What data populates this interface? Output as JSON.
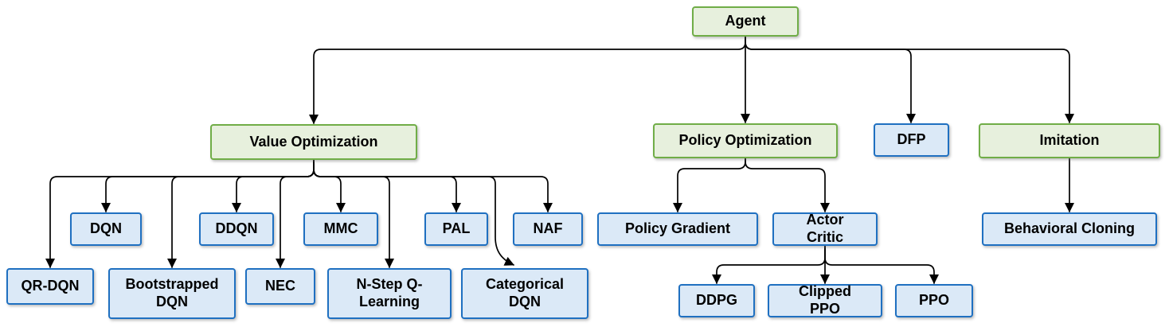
{
  "diagram": {
    "title": "Reinforcement learning agent type hierarchy",
    "colors": {
      "background": "#ffffff",
      "green_fill": "#e7f0dd",
      "green_border": "#70ad47",
      "blue_fill": "#dbe9f7",
      "blue_border": "#1f70c1",
      "line_color": "#000000",
      "text_color": "#000000"
    },
    "nodes": {
      "agent": {
        "label": "Agent",
        "type": "green"
      },
      "value_optimization": {
        "label": "Value Optimization",
        "type": "green"
      },
      "policy_optimization": {
        "label": "Policy Optimization",
        "type": "green"
      },
      "dfp": {
        "label": "DFP",
        "type": "blue"
      },
      "imitation": {
        "label": "Imitation",
        "type": "green"
      },
      "dqn": {
        "label": "DQN",
        "type": "blue"
      },
      "ddqn": {
        "label": "DDQN",
        "type": "blue"
      },
      "mmc": {
        "label": "MMC",
        "type": "blue"
      },
      "pal": {
        "label": "PAL",
        "type": "blue"
      },
      "naf": {
        "label": "NAF",
        "type": "blue"
      },
      "qr_dqn": {
        "label": "QR-DQN",
        "type": "blue"
      },
      "bootstrapped_dqn": {
        "label": "Bootstrapped DQN",
        "type": "blue"
      },
      "nec": {
        "label": "NEC",
        "type": "blue"
      },
      "n_step_q_learning": {
        "label": "N-Step Q-Learning",
        "type": "blue"
      },
      "categorical_dqn": {
        "label": "Categorical DQN",
        "type": "blue"
      },
      "policy_gradient": {
        "label": "Policy Gradient",
        "type": "blue"
      },
      "actor_critic": {
        "label": "Actor Critic",
        "type": "blue"
      },
      "ddpg": {
        "label": "DDPG",
        "type": "blue"
      },
      "clipped_ppo": {
        "label": "Clipped PPO",
        "type": "blue"
      },
      "ppo": {
        "label": "PPO",
        "type": "blue"
      },
      "behavioral_cloning": {
        "label": "Behavioral Cloning",
        "type": "blue"
      }
    },
    "edges": [
      {
        "from": "agent",
        "to": "value_optimization"
      },
      {
        "from": "agent",
        "to": "policy_optimization"
      },
      {
        "from": "agent",
        "to": "dfp"
      },
      {
        "from": "agent",
        "to": "imitation"
      },
      {
        "from": "value_optimization",
        "to": "qr_dqn"
      },
      {
        "from": "value_optimization",
        "to": "dqn"
      },
      {
        "from": "value_optimization",
        "to": "bootstrapped_dqn"
      },
      {
        "from": "value_optimization",
        "to": "ddqn"
      },
      {
        "from": "value_optimization",
        "to": "nec"
      },
      {
        "from": "value_optimization",
        "to": "mmc"
      },
      {
        "from": "value_optimization",
        "to": "n_step_q_learning"
      },
      {
        "from": "value_optimization",
        "to": "pal"
      },
      {
        "from": "value_optimization",
        "to": "categorical_dqn"
      },
      {
        "from": "value_optimization",
        "to": "naf"
      },
      {
        "from": "policy_optimization",
        "to": "policy_gradient"
      },
      {
        "from": "policy_optimization",
        "to": "actor_critic"
      },
      {
        "from": "actor_critic",
        "to": "ddpg"
      },
      {
        "from": "actor_critic",
        "to": "clipped_ppo"
      },
      {
        "from": "actor_critic",
        "to": "ppo"
      },
      {
        "from": "imitation",
        "to": "behavioral_cloning"
      }
    ]
  }
}
